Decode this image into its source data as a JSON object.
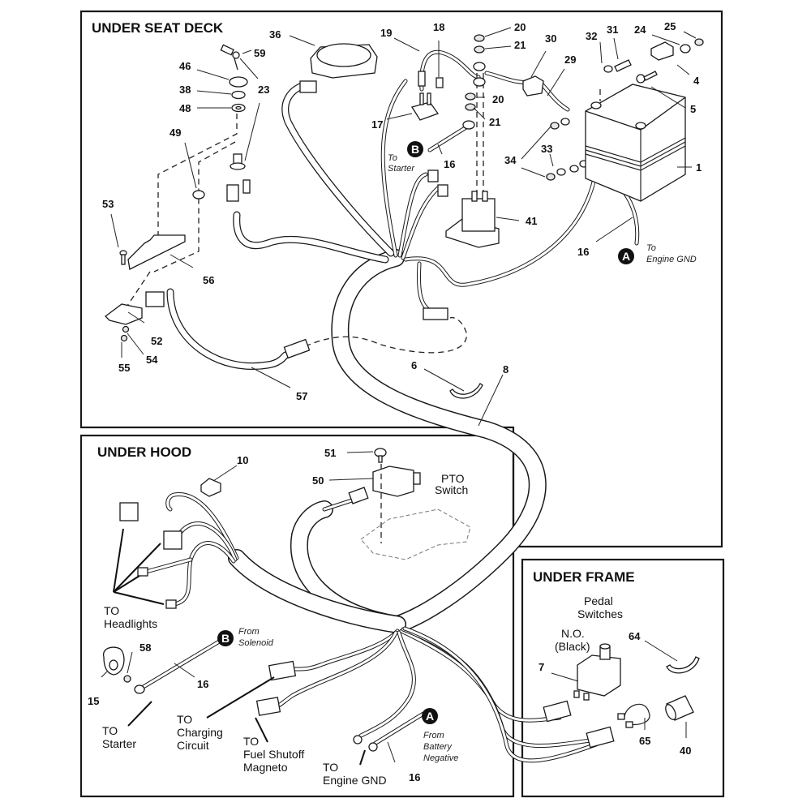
{
  "sections": {
    "under_seat_deck": "UNDER SEAT DECK",
    "under_hood": "UNDER HOOD",
    "under_frame": "UNDER FRAME"
  },
  "part_numbers": {
    "p36": "36",
    "p19": "19",
    "p18": "18",
    "p20a": "20",
    "p21a": "21",
    "p30": "30",
    "p29": "29",
    "p32": "32",
    "p31": "31",
    "p24": "24",
    "p25": "25",
    "p4": "4",
    "p5": "5",
    "p1": "1",
    "p59": "59",
    "p46": "46",
    "p38": "38",
    "p48": "48",
    "p23": "23",
    "p49": "49",
    "p17": "17",
    "p20b": "20",
    "p21b": "21",
    "p16a": "16",
    "p34": "34",
    "p33": "33",
    "p41": "41",
    "p16b": "16",
    "p53": "53",
    "p56": "56",
    "p52": "52",
    "p54": "54",
    "p55": "55",
    "p57": "57",
    "p6": "6",
    "p8": "8",
    "p51": "51",
    "p50": "50",
    "p10": "10",
    "p58": "58",
    "p15": "15",
    "p16c": "16",
    "p16d": "16",
    "p7": "7",
    "p64": "64",
    "p65": "65",
    "p40": "40"
  },
  "badges": {
    "b_seat": "B",
    "a_seat": "A",
    "b_hood": "B",
    "a_hood": "A"
  },
  "notes": {
    "to_starter_seat_1": "To",
    "to_starter_seat_2": "Starter",
    "to_engine_gnd_seat_1": "To",
    "to_engine_gnd_seat_2": "Engine GND",
    "pto_switch_1": "PTO",
    "pto_switch_2": "Switch",
    "headlights_1": "TO",
    "headlights_2": "Headlights",
    "from_solenoid_1": "From",
    "from_solenoid_2": "Solenoid",
    "starter_1": "TO",
    "starter_2": "Starter",
    "charging_1": "TO",
    "charging_2": "Charging",
    "charging_3": "Circuit",
    "fuel_1": "TO",
    "fuel_2": "Fuel Shutoff",
    "fuel_3": "Magneto",
    "engine_gnd_1": "TO",
    "engine_gnd_2": "Engine GND",
    "from_battery_1": "From",
    "from_battery_2": "Battery",
    "from_battery_3": "Negative",
    "pedal_1": "Pedal",
    "pedal_2": "Switches",
    "no_black_1": "N.O.",
    "no_black_2": "(Black)"
  }
}
